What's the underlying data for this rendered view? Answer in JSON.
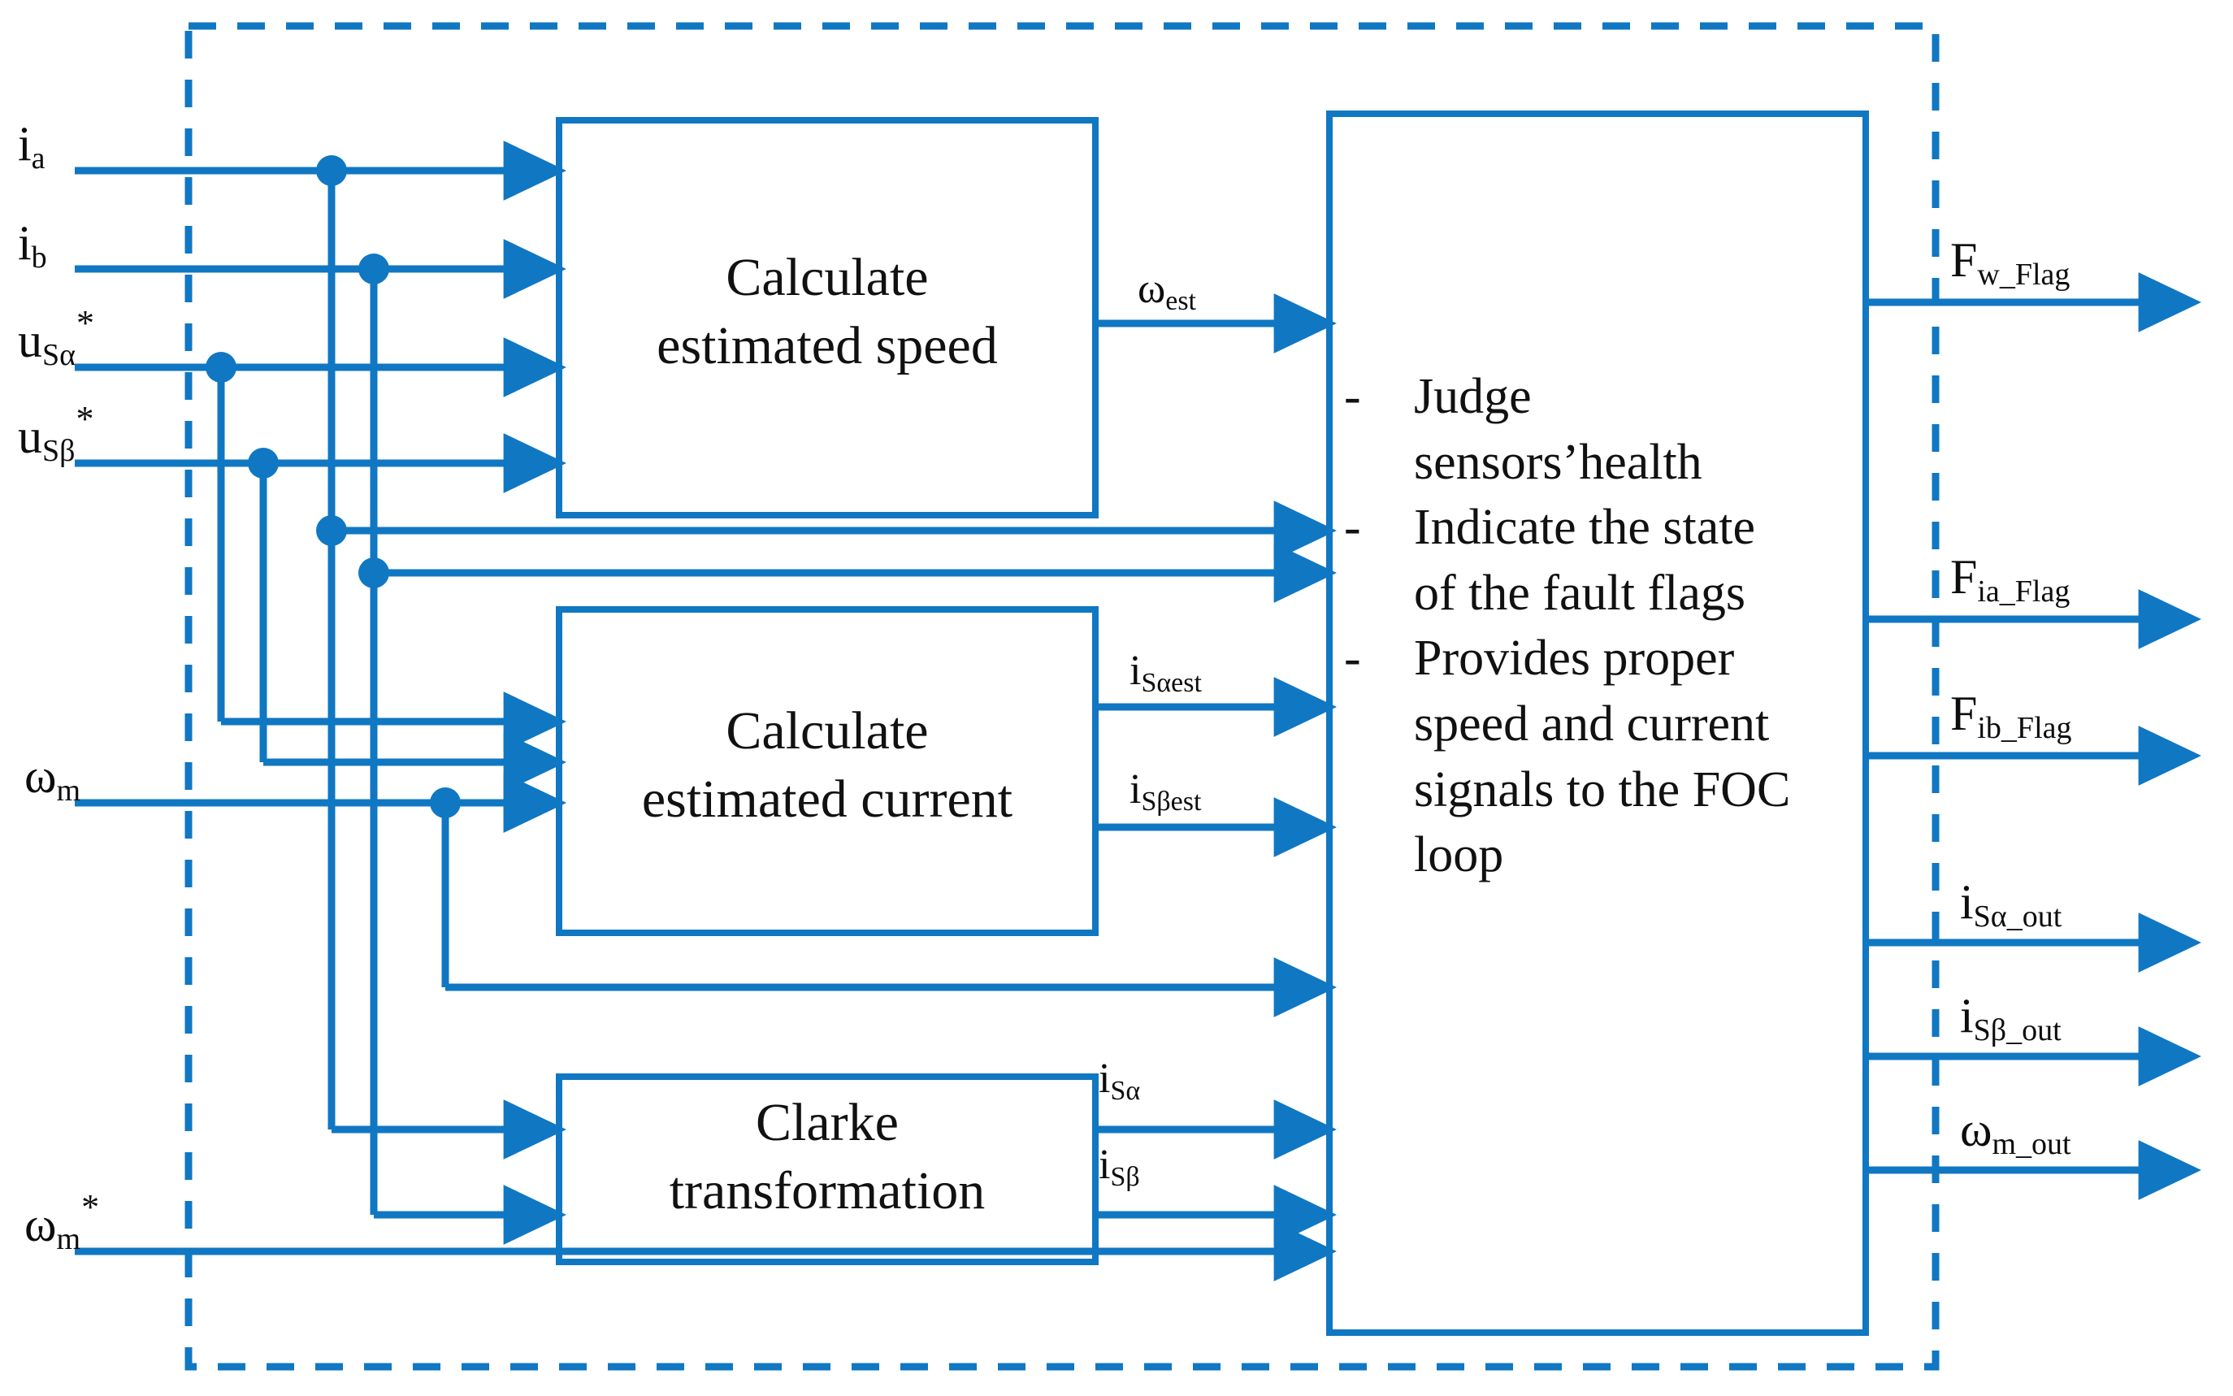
{
  "diagram": {
    "title": "Sensor fault detection and FOC signal conditioning block diagram",
    "accent_color": "#1077c3",
    "text_color": "#111111",
    "boundary": {
      "style": "dashed",
      "name": "fault-tolerant-module-boundary"
    }
  },
  "inputs": [
    {
      "id": "ia",
      "base": "i",
      "sub": "a",
      "star": ""
    },
    {
      "id": "ib",
      "base": "i",
      "sub": "b",
      "star": ""
    },
    {
      "id": "usa",
      "base": "u",
      "sub": "Sα",
      "star": "*"
    },
    {
      "id": "usb",
      "base": "u",
      "sub": "Sβ",
      "star": "*"
    },
    {
      "id": "wm",
      "base": "ω",
      "sub": "m",
      "star": ""
    },
    {
      "id": "wmref",
      "base": "ω",
      "sub": "m",
      "star": "*"
    }
  ],
  "blocks": [
    {
      "id": "speed",
      "line1": "Calculate",
      "line2": "estimated speed"
    },
    {
      "id": "current",
      "line1": "Calculate",
      "line2": "estimated current"
    },
    {
      "id": "clarke",
      "line1": "Clarke",
      "line2": "transformation"
    }
  ],
  "decision_block": {
    "id": "judge-block",
    "bullets": [
      {
        "marker": "-",
        "text": "Judge sensors’health"
      },
      {
        "marker": "-",
        "text": "Indicate the state of the fault flags"
      },
      {
        "marker": "-",
        "text": "Provides proper speed and current signals to the FOC loop"
      }
    ]
  },
  "intermediate_signals": [
    {
      "id": "west",
      "base": "ω",
      "sub": "est"
    },
    {
      "id": "isaest",
      "base": "i",
      "sub": "Sαest"
    },
    {
      "id": "isbest",
      "base": "i",
      "sub": "Sβest"
    },
    {
      "id": "isa",
      "base": "i",
      "sub": "Sα"
    },
    {
      "id": "isb",
      "base": "i",
      "sub": "Sβ"
    }
  ],
  "outputs": [
    {
      "id": "fw",
      "base": "F",
      "sub": "w_Flag"
    },
    {
      "id": "fia",
      "base": "F",
      "sub": "ia_Flag"
    },
    {
      "id": "fib",
      "base": "F",
      "sub": "ib_Flag"
    },
    {
      "id": "isa_out",
      "base": "i",
      "sub": "Sα_out"
    },
    {
      "id": "isb_out",
      "base": "i",
      "sub": "Sβ_out"
    },
    {
      "id": "wm_out",
      "base": "ω",
      "sub": "m_out"
    }
  ]
}
